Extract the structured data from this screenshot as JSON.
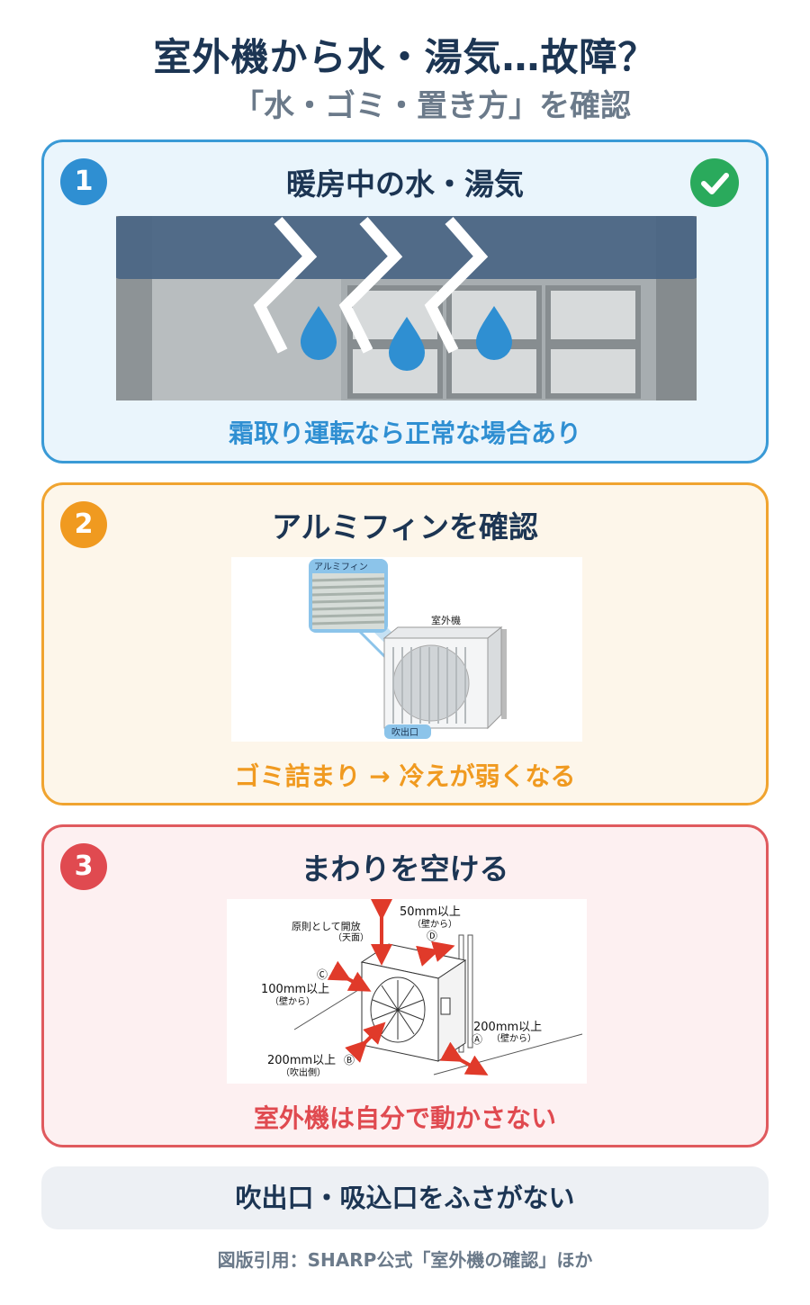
{
  "header": {
    "title": "室外機から水・湯気…故障？",
    "subtitle": "「水・ゴミ・置き方」を確認"
  },
  "cards": [
    {
      "number": "1",
      "title": "暖房中の水・湯気",
      "caption": "霜取り運転なら正常な場合あり",
      "icon": "check-icon",
      "accent": "#2f8fd2",
      "border": "#3a9ad6",
      "background": "#eaf5fc"
    },
    {
      "number": "2",
      "title": "アルミフィンを確認",
      "caption": "ゴミ詰まり → 冷えが弱くなる",
      "accent": "#f09a20",
      "border": "#f0a430",
      "background": "#fdf6ea",
      "diagram": {
        "fin_label": "アルミフィン",
        "unit_label": "室外機",
        "outlet_label": "吹出口"
      }
    },
    {
      "number": "3",
      "title": "まわりを空ける",
      "caption": "室外機は自分で動かさない",
      "accent": "#e04a50",
      "border": "#e05a5e",
      "background": "#fdf0f1",
      "diagram": {
        "top_note_1": "原則として開放",
        "top_note_2": "（天面）",
        "d_value": "50mm以上",
        "d_note": "（壁から）",
        "d_mark": "Ⓓ",
        "c_mark": "Ⓒ",
        "c_value": "100mm以上",
        "c_note": "（壁から）",
        "a_value": "200mm以上",
        "a_note": "（壁から）",
        "a_mark": "Ⓐ",
        "b_value": "200mm以上",
        "b_mark": "Ⓑ",
        "b_note": "（吹出側）"
      }
    }
  ],
  "footer_note": "吹出口・吸込口をふさがない",
  "credit": "図版引用：SHARP公式「室外機の確認」ほか",
  "colors": {
    "check": "#2aaa5c",
    "title": "#1c3553",
    "arrow": "#e03a2a"
  }
}
